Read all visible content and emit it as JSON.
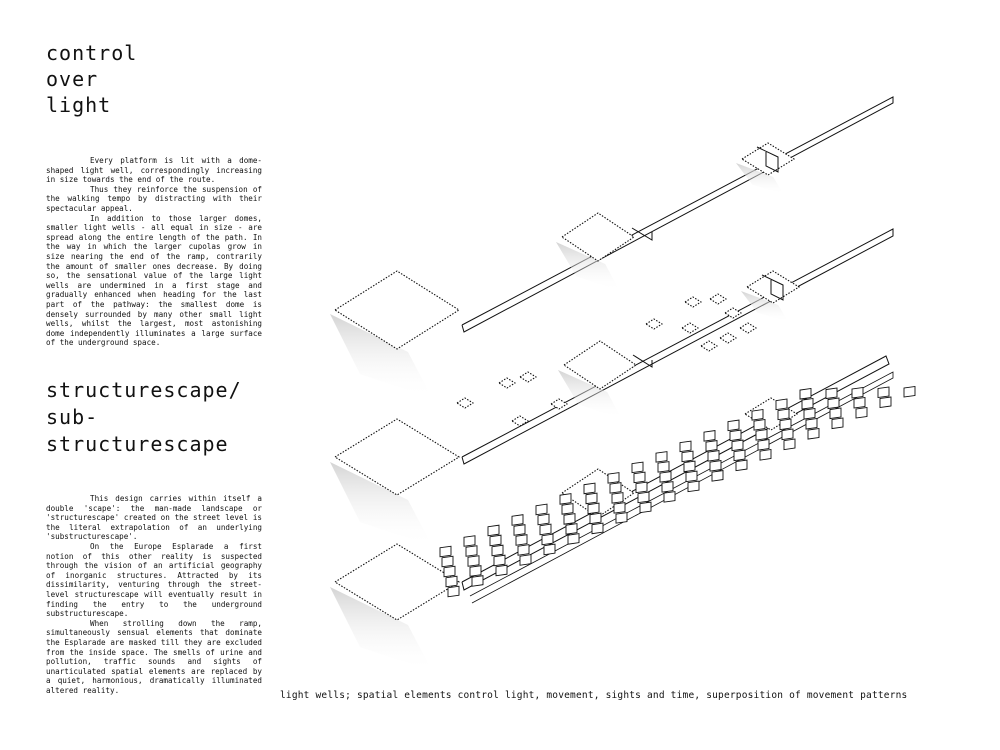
{
  "heading_top": "control\nover\nlight",
  "paragraph_top": [
    "Every platform is lit with a dome-shaped light well, correspondingly increasing in size towards the end of the route.",
    "Thus they reinforce the suspension of the walking tempo by distracting with their spectacular appeal.",
    "In addition to those larger domes, smaller light wells - all equal in size - are spread along the entire length of the path. In the way in which the larger cupolas grow in size nearing the end of the ramp, contrarily the amount of smaller ones decrease. By doing so, the sensational value of the large light wells are undermined in a first stage and gradually enhanced when heading for the last part of the pathway: the smallest dome is densely surrounded by many other small light wells, whilst the largest, most astonishing dome independently illuminates a large surface of the underground space."
  ],
  "heading_bottom": "structurescape/\nsub-\nstructurescape",
  "paragraph_bottom": [
    "This design carries within itself a double 'scape': the man-made landscape or 'structurescape' created on the street level is the literal extrapolation of an underlying 'substructurescape'.",
    "On the Europe Esplarade a first notion of this other reality is suspected through the vision of an artificial geography of inorganic structures. Attracted by its dissimilarity, venturing through the street-level structurescape will eventually result in finding the entry to the underground substructurescape.",
    "When strolling down the ramp, simultaneously sensual elements that dominate the Esplarade are masked till they are excluded from the inside space. The smells of urine and pollution, traffic sounds and sights of unarticulated spatial elements are replaced by a quiet, harmonious, dramatically illuminated altered reality."
  ],
  "caption": "light wells; spatial elements control light, movement, sights and time, superposition of movement patterns",
  "colors": {
    "ink": "#111111",
    "shadow": "#d6d6d6",
    "background": "#ffffff"
  }
}
